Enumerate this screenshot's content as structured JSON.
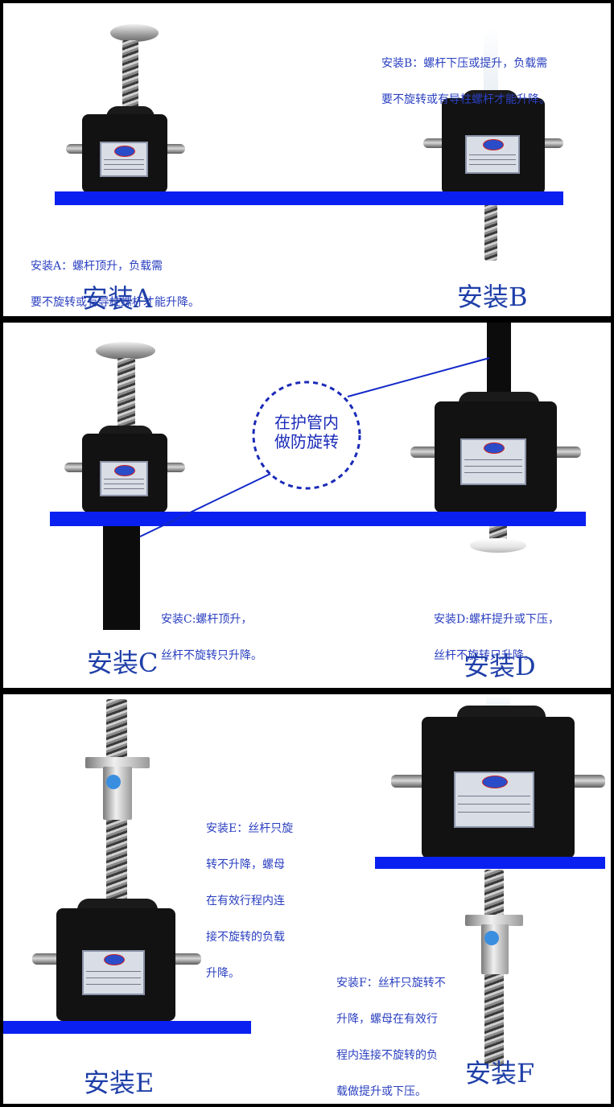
{
  "panel_a_b": {
    "install_a": {
      "title": "安装A",
      "desc_line1": "安装A：螺杆顶升，负载需",
      "desc_line2": "要不旋转或有导柱螺杆才能升降。"
    },
    "install_b": {
      "title": "安装B",
      "desc_line1": "安装B：螺杆下压或提升，负载需",
      "desc_line2": "要不旋转或有导柱螺杆才能升降。"
    }
  },
  "panel_c_d": {
    "callout_line1": "在护管内",
    "callout_line2": "做防旋转",
    "install_c": {
      "title": "安装C",
      "desc_line1": "安装C:螺杆顶升，",
      "desc_line2": "丝杆不旋转只升降。"
    },
    "install_d": {
      "title": "安装D",
      "desc_line1": "安装D:螺杆提升或下压，",
      "desc_line2": "丝杆不旋转只升降。"
    }
  },
  "panel_e_f": {
    "install_e": {
      "title": "安装E",
      "desc_lines": [
        "安装E：丝杆只旋",
        "转不升降，螺母",
        "在有效行程内连",
        "接不旋转的负载",
        "升降。"
      ]
    },
    "install_f": {
      "title": "安装F",
      "desc_lines": [
        "安装F：丝杆只旋转不",
        "升降，螺母在有效行",
        "程内连接不旋转的负",
        "载做提升或下压。"
      ]
    }
  },
  "colors": {
    "mount_plate": "#0a20f0",
    "text_blue": "#2a3fc0",
    "title_blue": "#1f3fa8",
    "panel_border": "#000000"
  }
}
